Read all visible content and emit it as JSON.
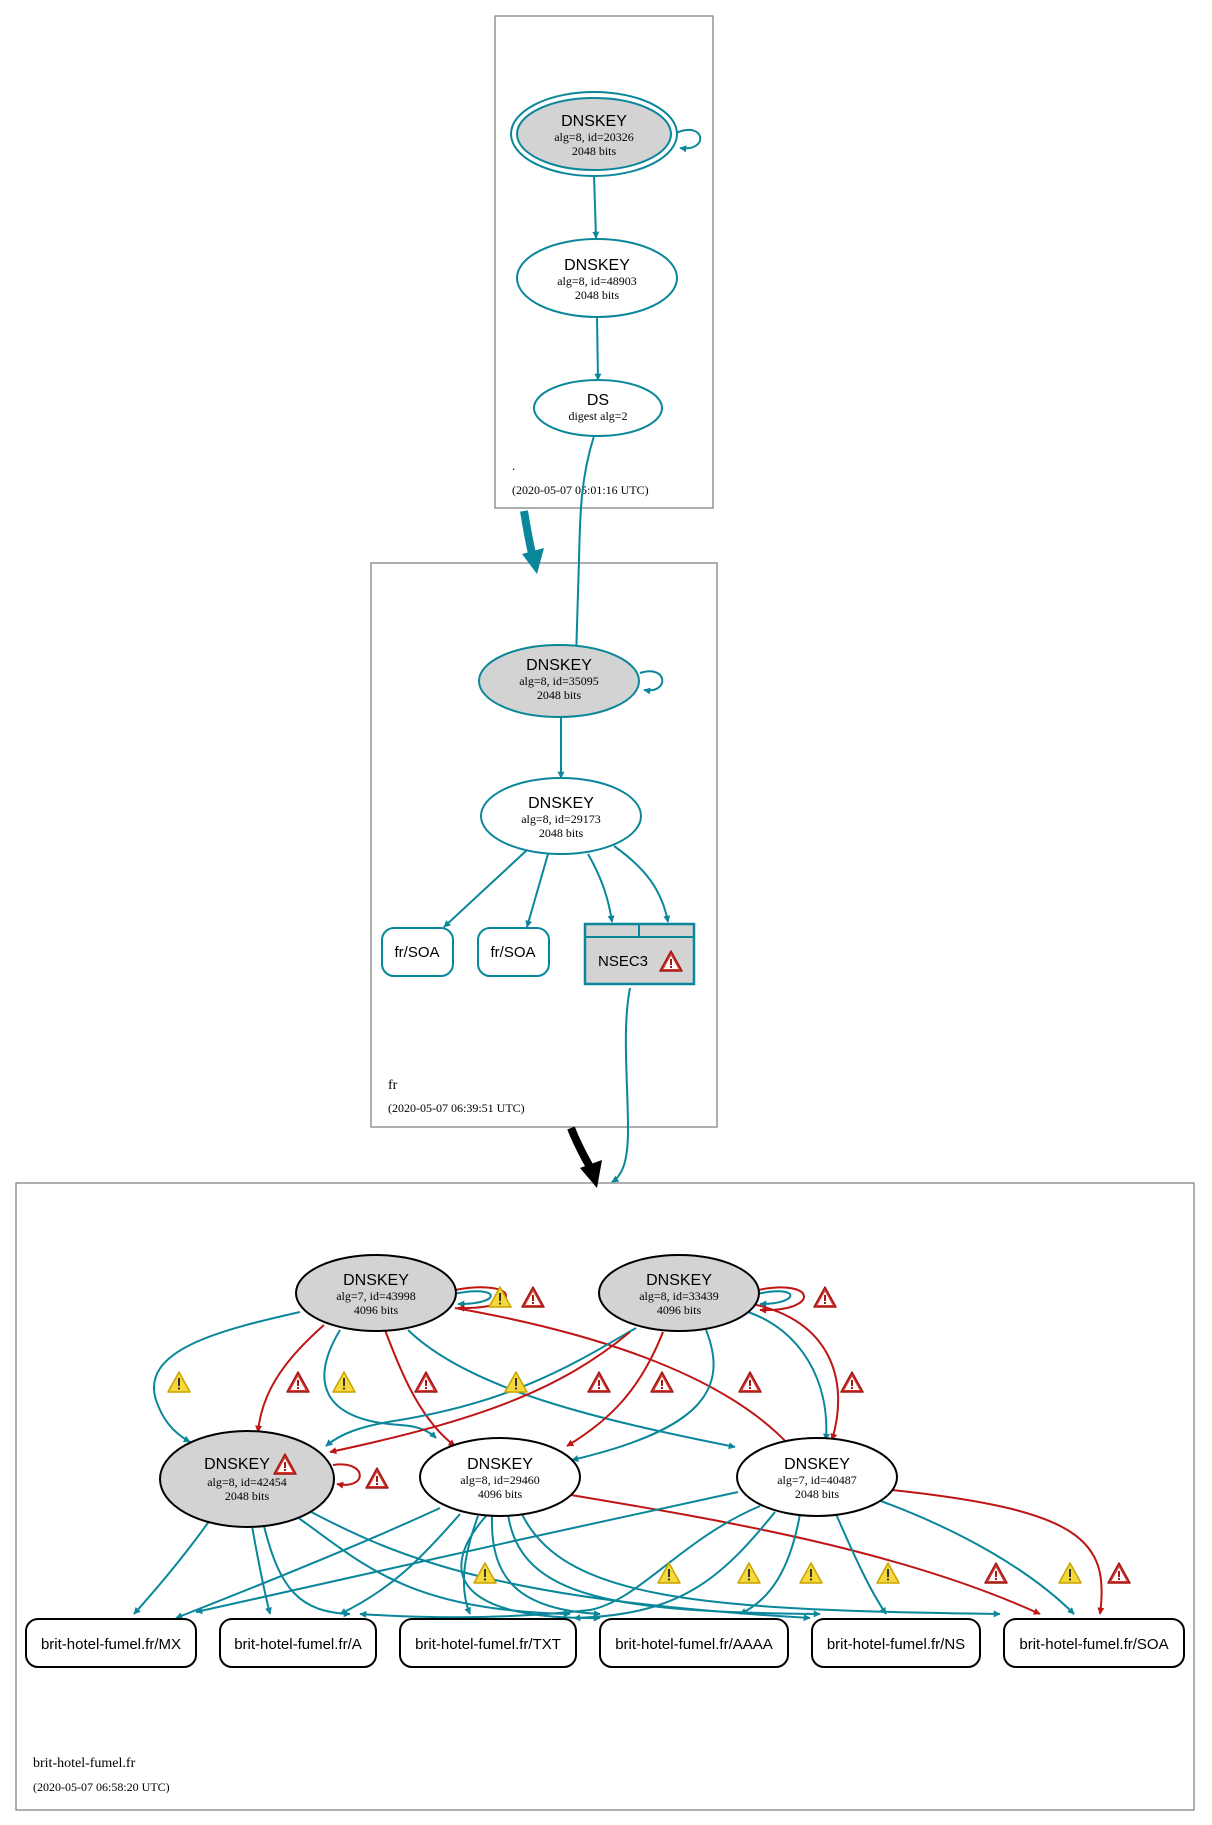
{
  "colors": {
    "secure": "#0a879a",
    "bogus": "#be1515",
    "insecure": "#000000",
    "warn_fill": "#f5d93b",
    "error_fill": "#d9352f",
    "ksk_fill": "#d3d3d3"
  },
  "zones": {
    "root": {
      "name": ".",
      "timestamp": "(2020-05-07 05:01:16 UTC)"
    },
    "fr": {
      "name": "fr",
      "timestamp": "(2020-05-07 06:39:51 UTC)"
    },
    "domain": {
      "name": "brit-hotel-fumel.fr",
      "timestamp": "(2020-05-07 06:58:20 UTC)"
    }
  },
  "nodes": {
    "root_ksk": {
      "title": "DNSKEY",
      "line1": "alg=8, id=20326",
      "line2": "2048 bits"
    },
    "root_zsk": {
      "title": "DNSKEY",
      "line1": "alg=8, id=48903",
      "line2": "2048 bits"
    },
    "root_ds": {
      "title": "DS",
      "line1": "digest alg=2"
    },
    "fr_ksk": {
      "title": "DNSKEY",
      "line1": "alg=8, id=35095",
      "line2": "2048 bits"
    },
    "fr_zsk": {
      "title": "DNSKEY",
      "line1": "alg=8, id=29173",
      "line2": "2048 bits"
    },
    "fr_soa1": {
      "label": "fr/SOA"
    },
    "fr_soa2": {
      "label": "fr/SOA"
    },
    "fr_nsec3": {
      "label": "NSEC3"
    },
    "d_43998": {
      "title": "DNSKEY",
      "line1": "alg=7, id=43998",
      "line2": "4096 bits"
    },
    "d_33439": {
      "title": "DNSKEY",
      "line1": "alg=8, id=33439",
      "line2": "4096 bits"
    },
    "d_42454": {
      "title": "DNSKEY",
      "line1": "alg=8, id=42454",
      "line2": "2048 bits"
    },
    "d_29460": {
      "title": "DNSKEY",
      "line1": "alg=8, id=29460",
      "line2": "4096 bits"
    },
    "d_40487": {
      "title": "DNSKEY",
      "line1": "alg=7, id=40487",
      "line2": "2048 bits"
    },
    "rr_mx": {
      "label": "brit-hotel-fumel.fr/MX"
    },
    "rr_a": {
      "label": "brit-hotel-fumel.fr/A"
    },
    "rr_txt": {
      "label": "brit-hotel-fumel.fr/TXT"
    },
    "rr_aaaa": {
      "label": "brit-hotel-fumel.fr/AAAA"
    },
    "rr_ns": {
      "label": "brit-hotel-fumel.fr/NS"
    },
    "rr_soa": {
      "label": "brit-hotel-fumel.fr/SOA"
    }
  },
  "icons": {
    "warning": "warning-triangle-icon",
    "error": "error-triangle-icon"
  }
}
